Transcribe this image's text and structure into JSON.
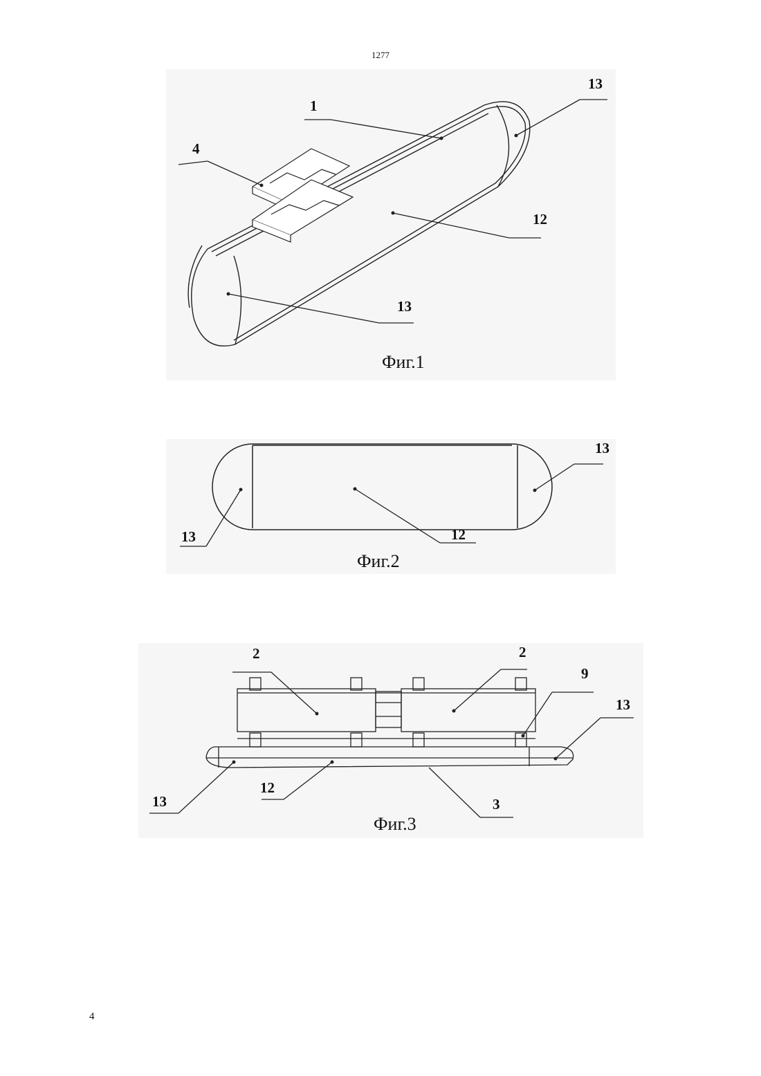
{
  "page": {
    "top_number": "1277",
    "bottom_number": "4"
  },
  "figures": [
    {
      "caption": "Фиг.1",
      "labels": {
        "l1": "1",
        "l4": "4",
        "l13a": "13",
        "l12": "12",
        "l13b": "13"
      }
    },
    {
      "caption": "Фиг.2",
      "labels": {
        "l13right": "13",
        "l13left": "13",
        "l12": "12"
      }
    },
    {
      "caption": "Фиг.3",
      "labels": {
        "l2a": "2",
        "l2b": "2",
        "l9": "9",
        "l13right": "13",
        "l13left": "13",
        "l12": "12",
        "l3": "3"
      }
    }
  ]
}
